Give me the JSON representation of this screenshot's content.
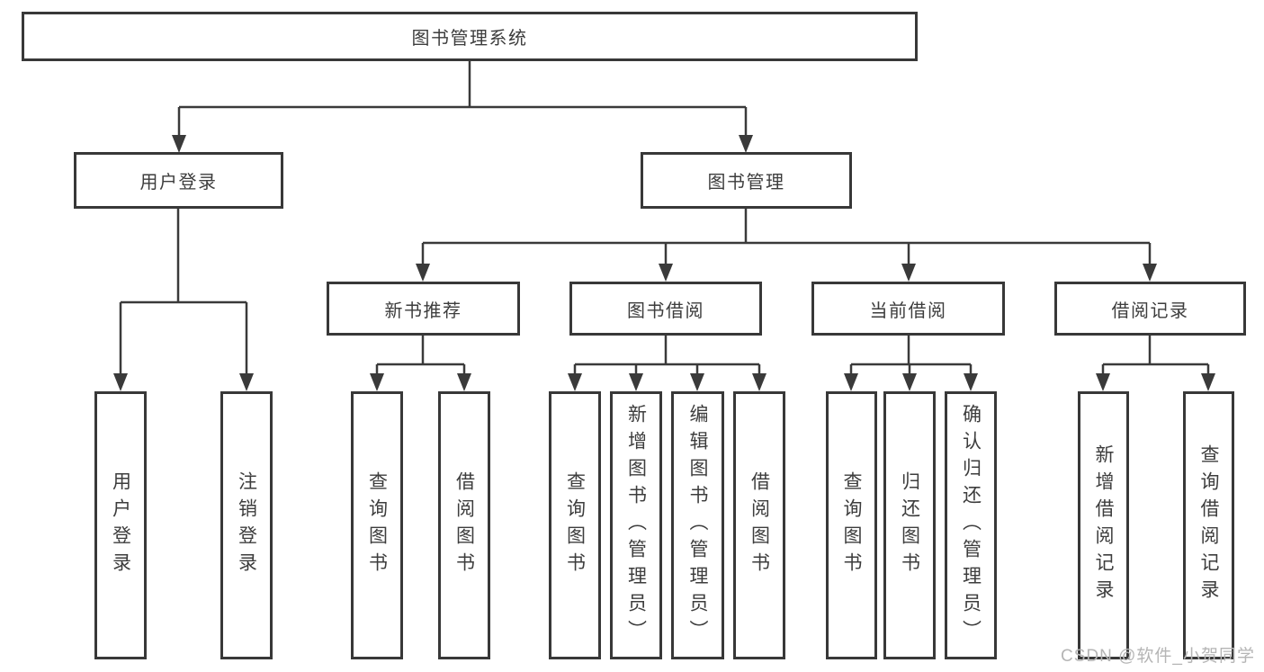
{
  "diagram": {
    "root": {
      "label": "图书管理系统"
    },
    "level2": [
      {
        "label": "用户登录"
      },
      {
        "label": "图书管理"
      }
    ],
    "level3": [
      {
        "label": "新书推荐"
      },
      {
        "label": "图书借阅"
      },
      {
        "label": "当前借阅"
      },
      {
        "label": "借阅记录"
      }
    ],
    "level4": [
      {
        "label": "用户登录"
      },
      {
        "label": "注销登录"
      },
      {
        "label": "查询图书"
      },
      {
        "label": "借阅图书"
      },
      {
        "label": "查询图书"
      },
      {
        "label": "新增图书（管理员）"
      },
      {
        "label": "编辑图书（管理员）"
      },
      {
        "label": "借阅图书"
      },
      {
        "label": "查询图书"
      },
      {
        "label": "归还图书"
      },
      {
        "label": "确认归还（管理员）"
      },
      {
        "label": "新增借阅记录"
      },
      {
        "label": "查询借阅记录"
      }
    ]
  },
  "watermark": {
    "text": "CSDN @软件_小贺同学"
  },
  "colors": {
    "line": "#3a3a3a",
    "box_border": "#383838",
    "text": "#3d3d3d",
    "background": "#ffffff",
    "watermark": "#b5b5b5"
  }
}
